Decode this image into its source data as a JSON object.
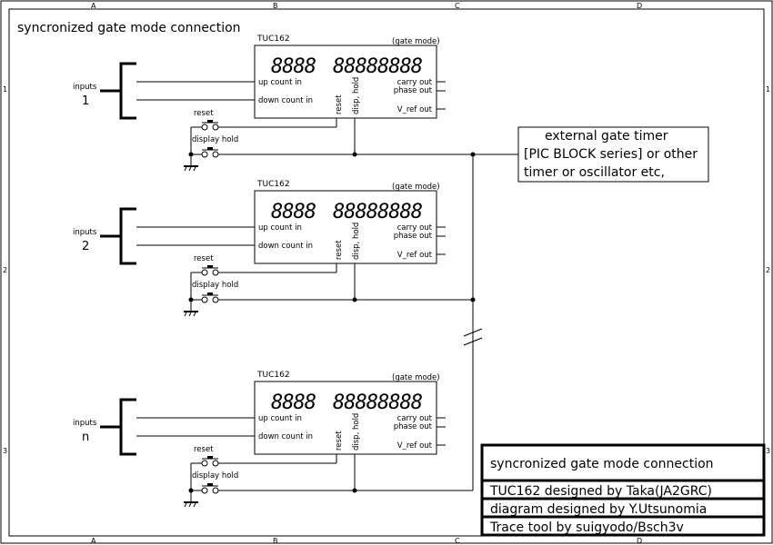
{
  "diagram": {
    "title": "syncronized gate mode connection",
    "frame": {
      "columns": [
        "A",
        "B",
        "C",
        "D"
      ],
      "rows": [
        "1",
        "2",
        "3"
      ]
    },
    "modules": [
      {
        "name": "TUC162",
        "mode": "(gate mode)",
        "display_left": "8888",
        "display_right": "88888888",
        "inputs_label": "inputs",
        "inputs_index": "1",
        "pins_left": [
          "up count in",
          "down count in"
        ],
        "pins_bottom": [
          "reset",
          "disp, hold"
        ],
        "pins_right": [
          "carry out",
          "phase out",
          "V_ref out"
        ],
        "switches": [
          "reset",
          "display hold"
        ]
      },
      {
        "name": "TUC162",
        "mode": "(gate mode)",
        "display_left": "8888",
        "display_right": "88888888",
        "inputs_label": "inputs",
        "inputs_index": "2",
        "pins_left": [
          "up count in",
          "down count in"
        ],
        "pins_bottom": [
          "reset",
          "disp, hold"
        ],
        "pins_right": [
          "carry out",
          "phase out",
          "V_ref out"
        ],
        "switches": [
          "reset",
          "display hold"
        ]
      },
      {
        "name": "TUC162",
        "mode": "(gate mode)",
        "display_left": "8888",
        "display_right": "88888888",
        "inputs_label": "inputs",
        "inputs_index": "n",
        "pins_left": [
          "up count in",
          "down count in"
        ],
        "pins_bottom": [
          "reset",
          "disp, hold"
        ],
        "pins_right": [
          "carry out",
          "phase out",
          "V_ref out"
        ],
        "switches": [
          "reset",
          "display hold"
        ]
      }
    ],
    "external_timer": {
      "lines": [
        "external gate timer",
        "[PIC BLOCK series] or other",
        "timer or oscillator  etc,"
      ]
    },
    "title_block": {
      "lines": [
        "syncronized gate mode connection",
        "TUC162 designed by Taka(JA2GRC)",
        "diagram designed by Y.Utsunomia",
        "Trace tool by suigyodo/Bsch3v"
      ]
    }
  }
}
